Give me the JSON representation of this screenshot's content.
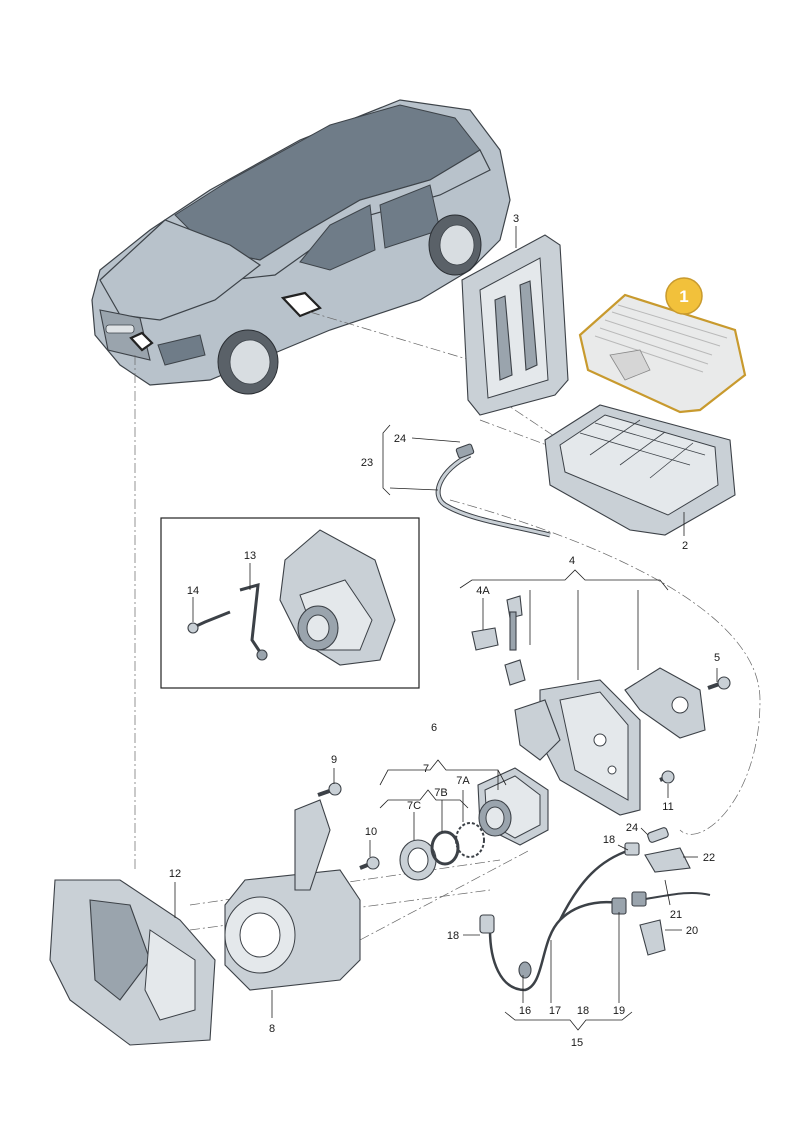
{
  "diagram": {
    "highlight_badge": "1",
    "callouts": {
      "c1": "1",
      "c2": "2",
      "c3": "3",
      "c4": "4",
      "c4A": "4A",
      "c5": "5",
      "c6": "6",
      "c7": "7",
      "c7A": "7A",
      "c7B": "7B",
      "c7C": "7C",
      "c8": "8",
      "c9": "9",
      "c10": "10",
      "c11": "11",
      "c12": "12",
      "c13": "13",
      "c14": "14",
      "c15": "15",
      "c16": "16",
      "c17": "17",
      "c18a": "18",
      "c18b": "18",
      "c18c": "18",
      "c19": "19",
      "c20": "20",
      "c21": "21",
      "c22": "22",
      "c23": "23",
      "c24a": "24",
      "c24b": "24"
    }
  },
  "colors": {
    "highlight_badge": "#f2c13b",
    "highlight_outline": "#c89a2e",
    "part_fill": "#c9d0d6",
    "line": "#3c4147"
  }
}
